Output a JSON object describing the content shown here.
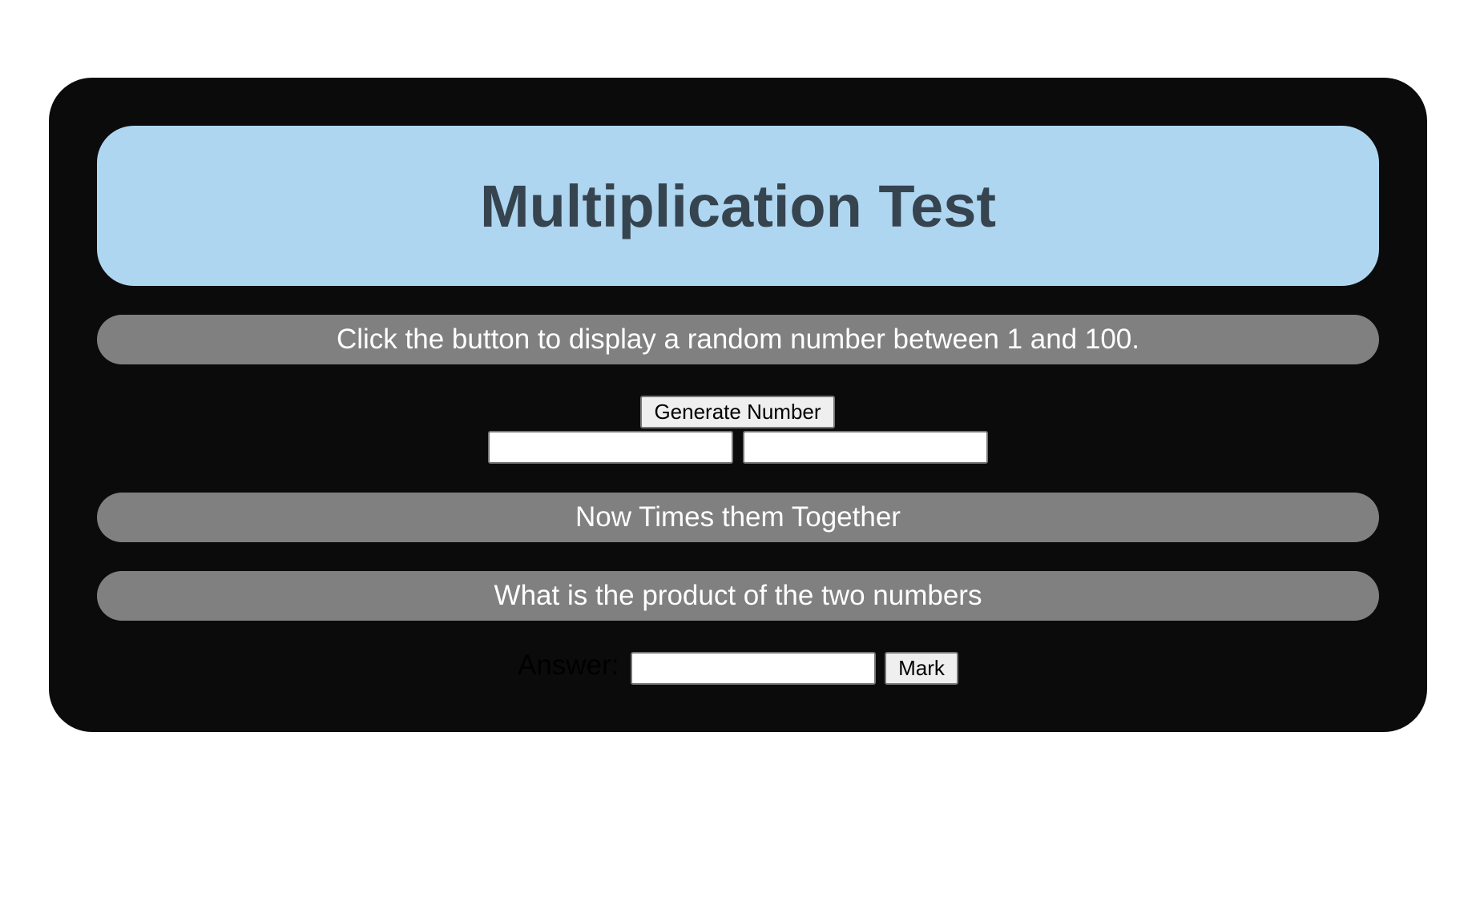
{
  "header": {
    "title": "Multiplication Test"
  },
  "instructions": {
    "generate_prompt": "Click the button to display a random number between 1 and 100.",
    "multiply_prompt": "Now Times them Together",
    "product_prompt": "What is the product of the two numbers"
  },
  "controls": {
    "generate_label": "Generate Number",
    "number_1_value": "",
    "number_2_value": "",
    "answer_label": "Answer:",
    "answer_value": "",
    "mark_label": "Mark"
  },
  "colors": {
    "panel_background": "#0b0b0b",
    "header_background": "#afd6f0",
    "header_text": "#36444f",
    "bar_background": "#808080",
    "bar_text": "#ffffff"
  }
}
